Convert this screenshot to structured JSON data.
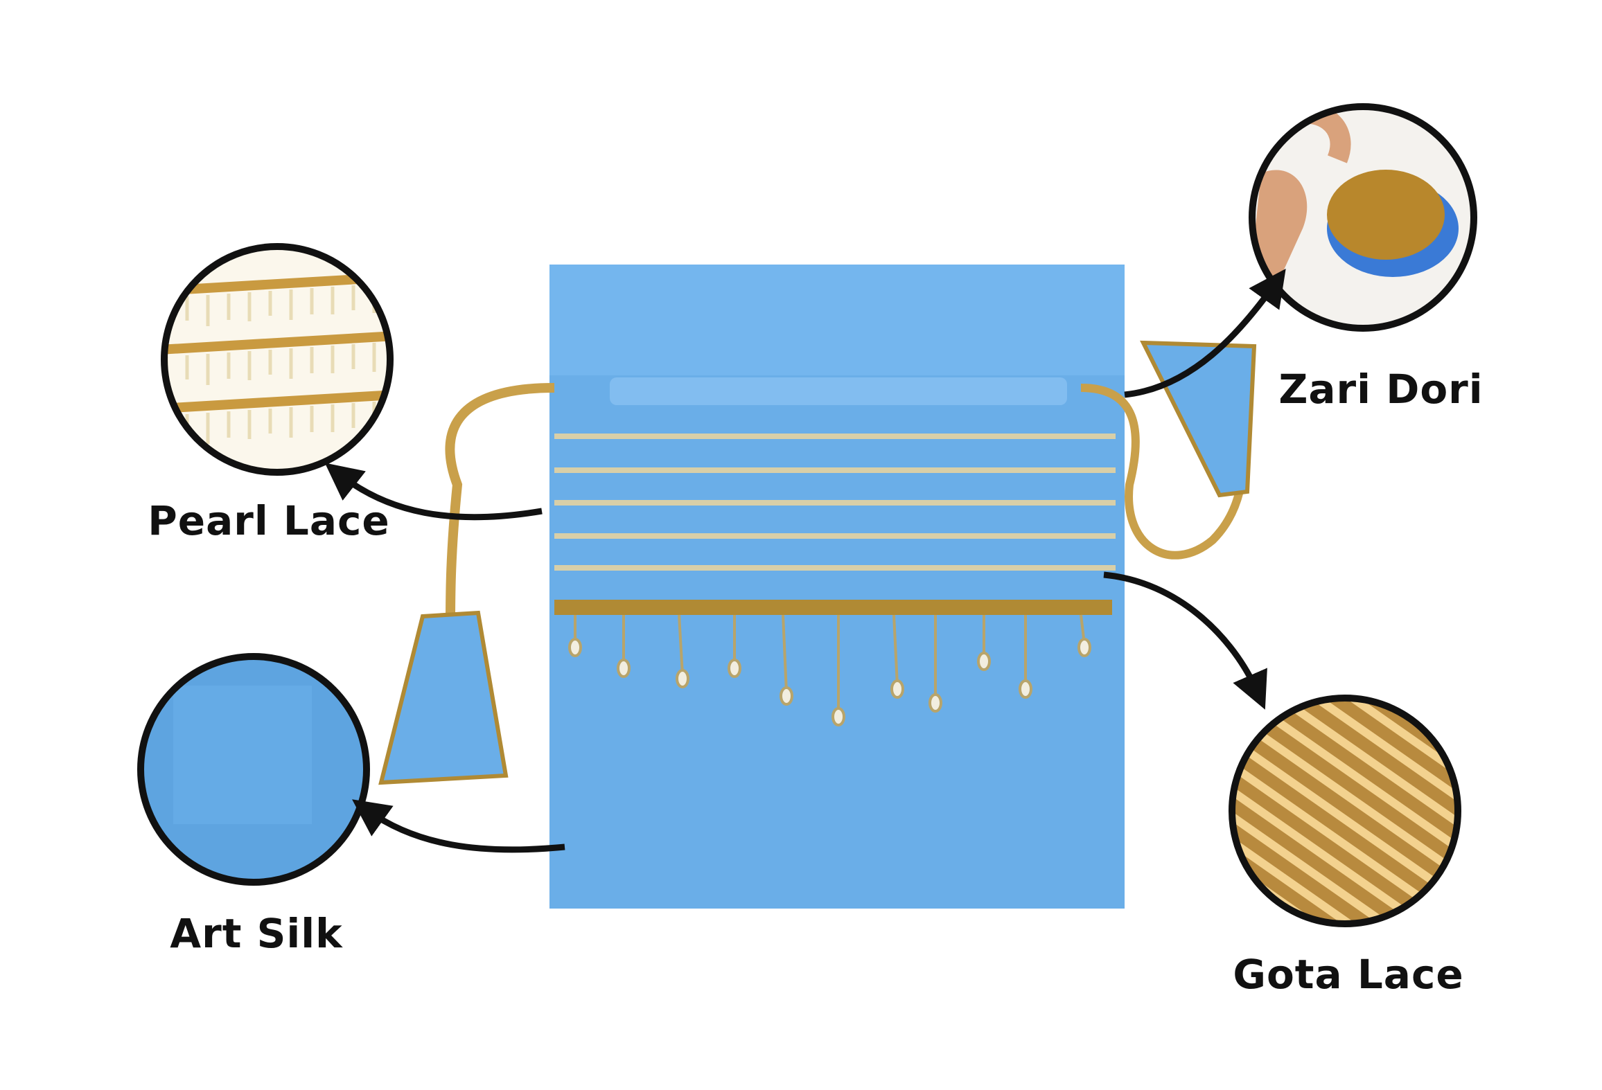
{
  "features": [
    {
      "label": "Pearl Lace",
      "icon": "pearl-lace-closeup"
    },
    {
      "label": "Zari Dori",
      "icon": "zari-dori-closeup"
    },
    {
      "label": "Art Silk",
      "icon": "art-silk-closeup"
    },
    {
      "label": "Gota Lace",
      "icon": "gota-lace-closeup"
    }
  ],
  "colors": {
    "silk": "#6aaee8",
    "gold": "#c9a04a",
    "pearl": "#f2eee0",
    "arrow": "#111111"
  }
}
